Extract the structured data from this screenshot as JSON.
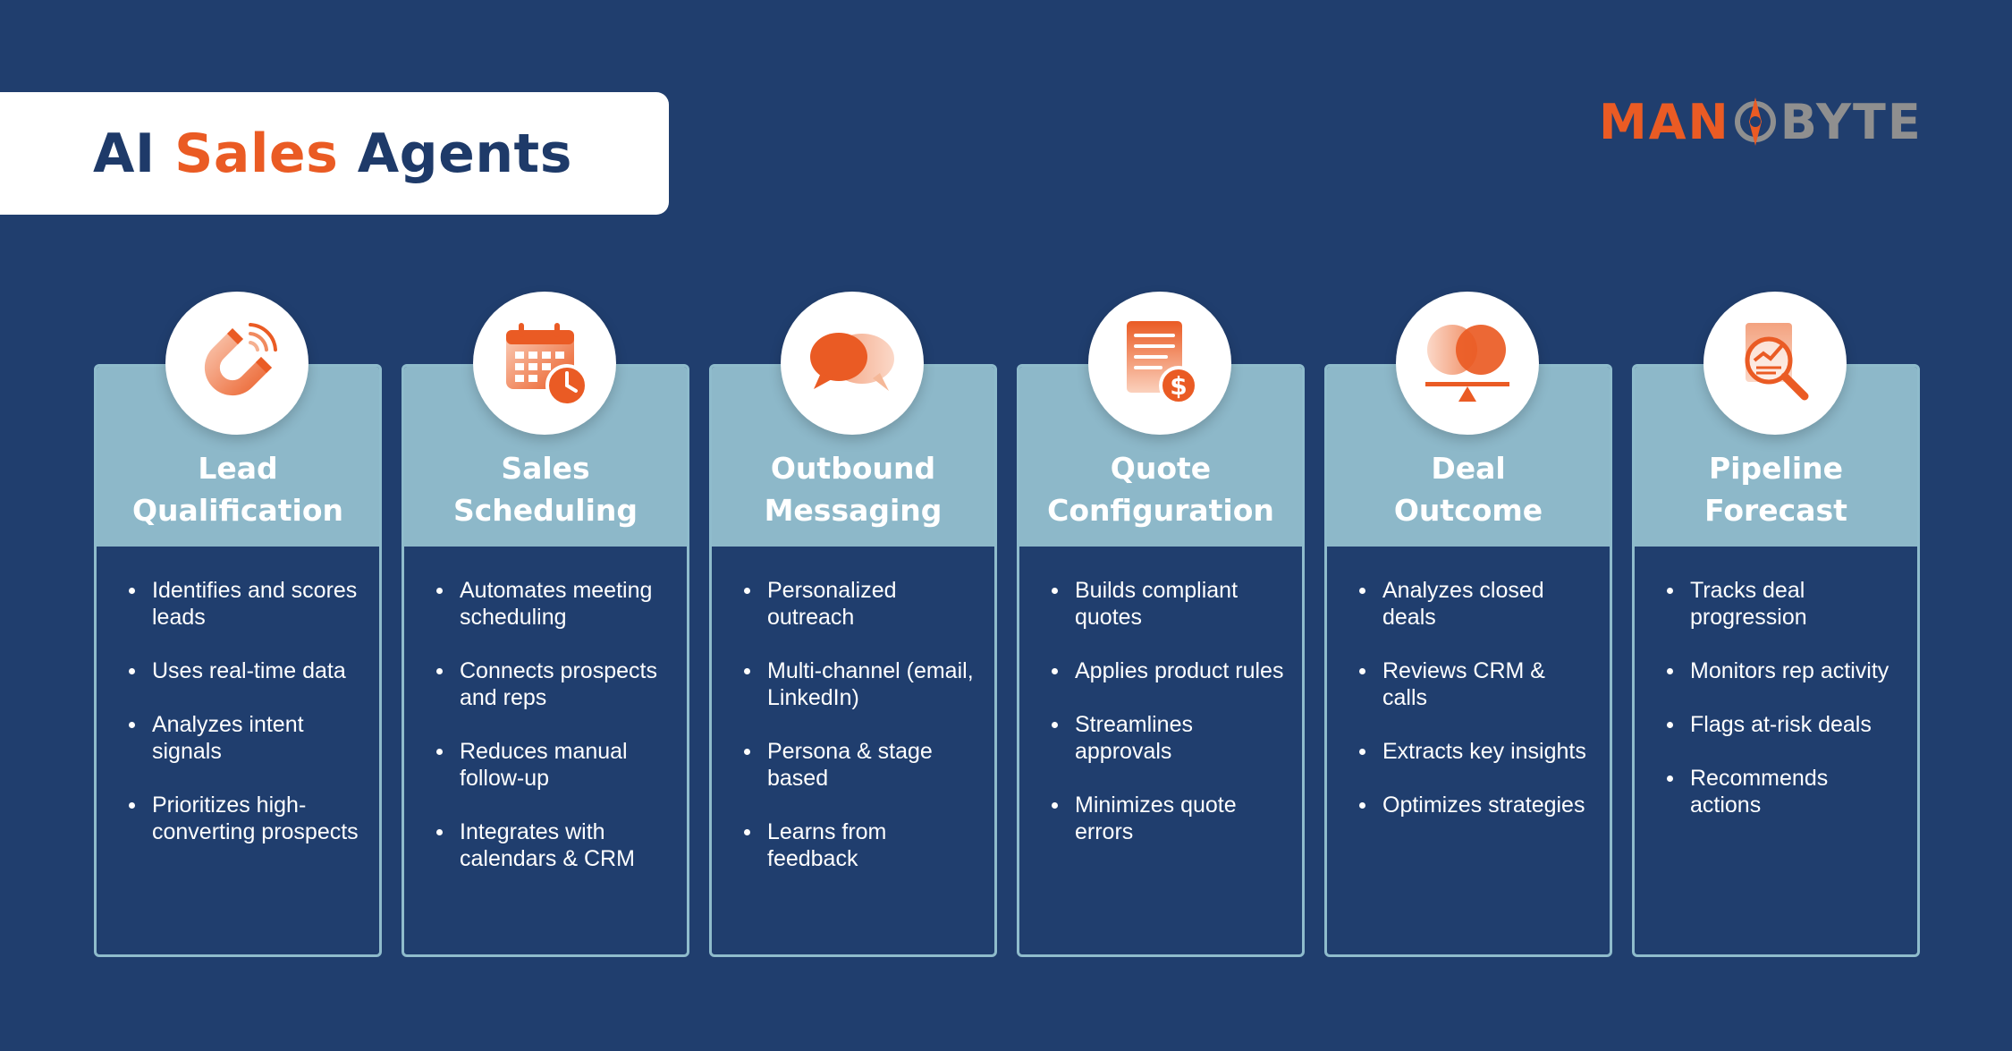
{
  "header": {
    "title_part1": "AI",
    "title_part2": "Sales",
    "title_part3": "Agents"
  },
  "logo": {
    "text_left": "MAN",
    "text_right": "BYTE"
  },
  "colors": {
    "background": "#203e6e",
    "accent": "#ea5b24",
    "card_head": "#8db8c9"
  },
  "cards": [
    {
      "icon": "magnet-icon",
      "title_line1": "Lead",
      "title_line2": "Qualification",
      "bullets": [
        "Identifies and scores leads",
        "Uses real-time data",
        "Analyzes intent signals",
        "Prioritizes high-converting prospects"
      ]
    },
    {
      "icon": "calendar-clock-icon",
      "title_line1": "Sales",
      "title_line2": "Scheduling",
      "bullets": [
        "Automates meeting scheduling",
        "Connects prospects and reps",
        "Reduces manual follow-up",
        "Integrates with calendars & CRM"
      ]
    },
    {
      "icon": "chat-bubbles-icon",
      "title_line1": "Outbound",
      "title_line2": "Messaging",
      "bullets": [
        "Personalized outreach",
        "Multi-channel (email, LinkedIn)",
        "Persona & stage based",
        "Learns from feedback"
      ]
    },
    {
      "icon": "quote-document-icon",
      "title_line1": "Quote",
      "title_line2": "Configuration",
      "bullets": [
        "Builds compliant quotes",
        "Applies product rules",
        "Streamlines approvals",
        "Minimizes quote errors"
      ]
    },
    {
      "icon": "overlap-balance-icon",
      "title_line1": "Deal",
      "title_line2": "Outcome",
      "bullets": [
        "Analyzes closed deals",
        "Reviews CRM & calls",
        "Extracts key insights",
        "Optimizes strategies"
      ]
    },
    {
      "icon": "report-magnifier-icon",
      "title_line1": "Pipeline",
      "title_line2": "Forecast",
      "bullets": [
        "Tracks deal progression",
        "Monitors rep activity",
        "Flags at-risk deals",
        "Recommends actions"
      ]
    }
  ]
}
